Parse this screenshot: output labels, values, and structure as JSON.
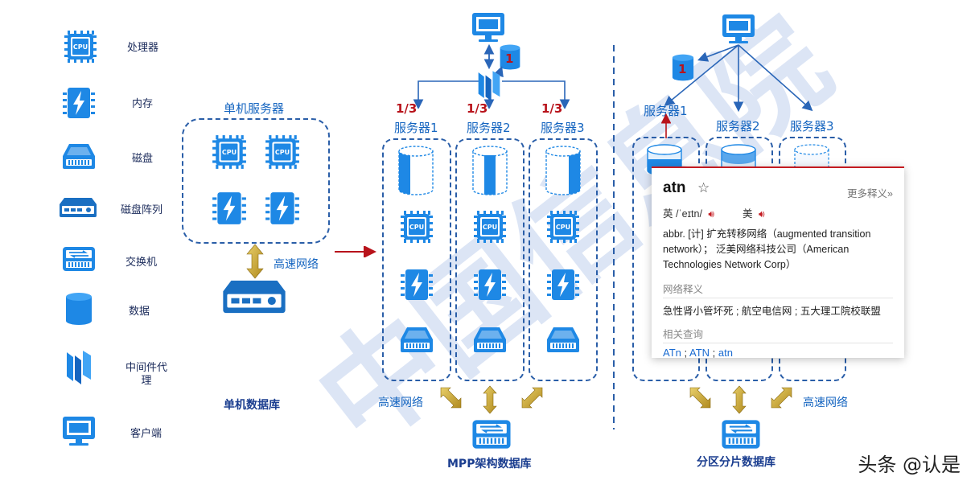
{
  "legend": [
    {
      "label": "处理器",
      "icon": "cpu-icon"
    },
    {
      "label": "内存",
      "icon": "memory-icon"
    },
    {
      "label": "磁盘",
      "icon": "disk-icon"
    },
    {
      "label": "磁盘阵列",
      "icon": "disk-array-icon"
    },
    {
      "label": "交换机",
      "icon": "switch-icon"
    },
    {
      "label": "数据",
      "icon": "database-icon"
    },
    {
      "label": "中间件代\n理",
      "icon": "middleware-icon"
    },
    {
      "label": "客户端",
      "icon": "client-icon"
    }
  ],
  "cpu_text": "CPU",
  "single": {
    "box_title": "单机服务器",
    "network": "高速网络",
    "caption": "单机数据库"
  },
  "mpp": {
    "data_label": "1",
    "fractions": [
      "1/3",
      "1/3",
      "1/3"
    ],
    "servers": [
      "服务器1",
      "服务器2",
      "服务器3"
    ],
    "network": "高速网络",
    "caption": "MPP架构数据库"
  },
  "shard": {
    "data_label": "1",
    "servers": [
      "服务器1",
      "服务器2",
      "服务器3"
    ],
    "network": "高速网络",
    "caption": "分区分片数据库"
  },
  "popup": {
    "word": "atn",
    "star": "☆",
    "more": "更多释义»",
    "pron_uk_label": "英",
    "pron_uk": "/ˈeɪtn/",
    "pron_us_label": "美",
    "definition": "abbr. [计] 扩充转移网络（augmented transition network）； 泛美网络科技公司（American Technologies Network Corp）",
    "net_title": "网络释义",
    "net_body": "急性肾小管坏死 ; 航空电信网 ; 五大理工院校联盟",
    "related_title": "相关查询",
    "related": [
      "ATn",
      "ATN",
      "atn"
    ]
  },
  "watermark": "中国信息院",
  "footer": "头条 @认是",
  "colors": {
    "blue": "#1e88e5",
    "dark_blue": "#2a5ea8",
    "red": "#b8131b",
    "gold": "#c9a227"
  }
}
